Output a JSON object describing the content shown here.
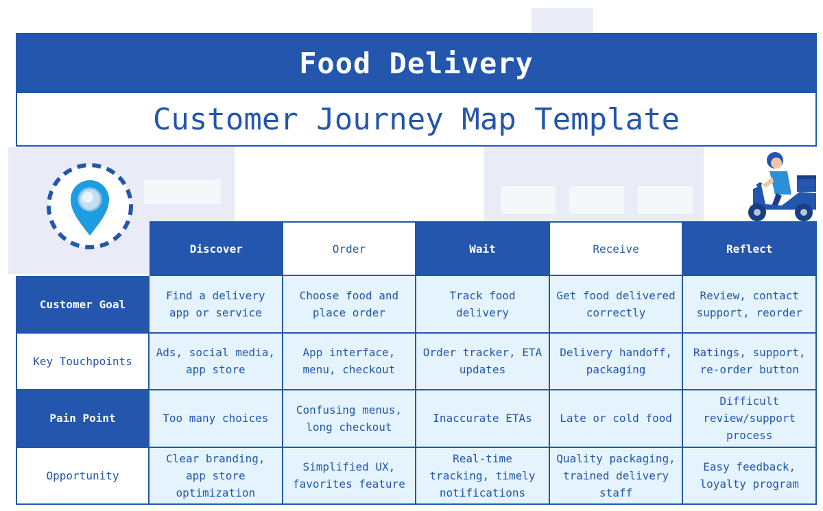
{
  "header": {
    "title": "Food Delivery",
    "subtitle": "Customer Journey Map Template"
  },
  "icons": {
    "location": "location-pin-icon",
    "scooter": "delivery-scooter-icon"
  },
  "colors": {
    "primary": "#2356ac",
    "cell_background": "#e4f3fc",
    "accent_blue": "#1e9ce0"
  },
  "stages": [
    "Discover",
    "Order",
    "Wait",
    "Receive",
    "Reflect"
  ],
  "rows": [
    {
      "label": "Customer Goal",
      "cells": [
        "Find a delivery\napp or service",
        "Choose food and\nplace order",
        "Track food\ndelivery",
        "Get food delivered\ncorrectly",
        "Review, contact\nsupport, reorder"
      ]
    },
    {
      "label": "Key Touchpoints",
      "cells": [
        "Ads, social media,\napp store",
        "App interface,\nmenu, checkout",
        "Order tracker, ETA\nupdates",
        "Delivery handoff,\npackaging",
        "Ratings, support,\nre-order button"
      ]
    },
    {
      "label": "Pain Point",
      "cells": [
        "Too many choices",
        "Confusing menus,\nlong checkout",
        "Inaccurate ETAs",
        "Late or cold food",
        "Difficult\nreview/support\nprocess"
      ]
    },
    {
      "label": "Opportunity",
      "cells": [
        "Clear branding,\napp store\noptimization",
        "Simplified UX,\nfavorites feature",
        "Real-time\ntracking, timely\nnotifications",
        "Quality packaging,\ntrained delivery\nstaff",
        "Easy feedback,\nloyalty program"
      ]
    }
  ]
}
